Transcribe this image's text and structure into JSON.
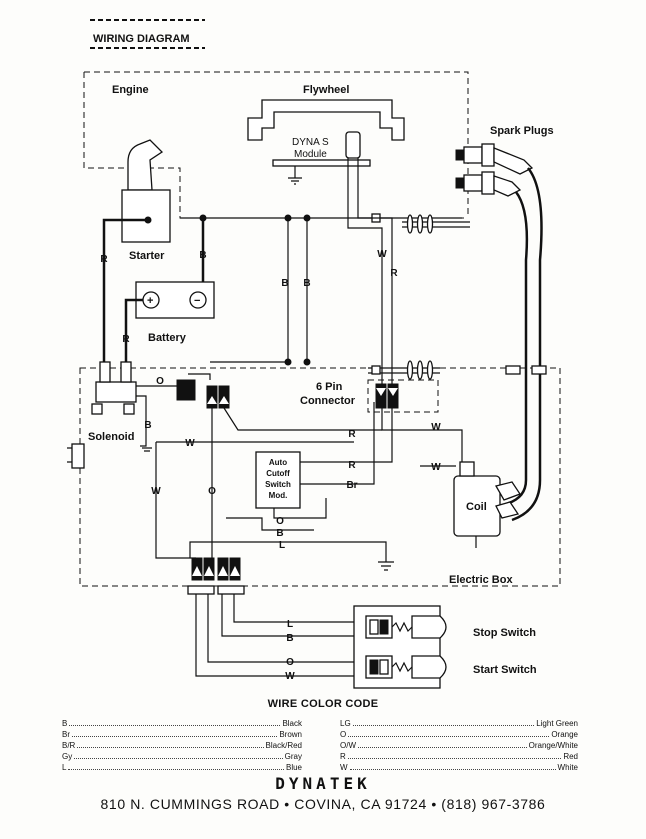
{
  "title": "WIRING DIAGRAM",
  "labels": {
    "engine": "Engine",
    "flywheel": "Flywheel",
    "module_line1": "DYNA S",
    "module_line2": "Module",
    "spark_plugs": "Spark Plugs",
    "starter": "Starter",
    "battery": "Battery",
    "solenoid": "Solenoid",
    "connector_line1": "6 Pin",
    "connector_line2": "Connector",
    "auto_line1": "Auto",
    "auto_line2": "Cutoff",
    "auto_line3": "Switch",
    "auto_line4": "Mod.",
    "coil": "Coil",
    "electric_box": "Electric Box",
    "stop_switch": "Stop Switch",
    "start_switch": "Start Switch",
    "plus": "+",
    "minus": "−"
  },
  "wire_letters": {
    "r_starter": "R",
    "b_starter": "B",
    "b_left": "B",
    "b_right": "B",
    "r_battery": "R",
    "w_module": "W",
    "r_module": "R",
    "o_top": "O",
    "w_solenoid": "W",
    "b_solenoid": "B",
    "r_mid1": "R",
    "r_mid2": "R",
    "w_coil1": "W",
    "w_coil2": "W",
    "br": "Br",
    "w_left": "W",
    "o_left": "O",
    "o_mod": "O",
    "b_mod": "B",
    "l_mod": "L",
    "l_stop": "L",
    "b_stop": "B",
    "o_start": "O",
    "w_start": "W"
  },
  "wire_color_code": {
    "title": "WIRE COLOR CODE",
    "left": [
      {
        "code": "B",
        "color": "Black"
      },
      {
        "code": "Br",
        "color": "Brown"
      },
      {
        "code": "B/R",
        "color": "Black/Red"
      },
      {
        "code": "Gy",
        "color": "Gray"
      },
      {
        "code": "L",
        "color": "Blue"
      }
    ],
    "right": [
      {
        "code": "LG",
        "color": "Light Green"
      },
      {
        "code": "O",
        "color": "Orange"
      },
      {
        "code": "O/W",
        "color": "Orange/White"
      },
      {
        "code": "R",
        "color": "Red"
      },
      {
        "code": "W",
        "color": "White"
      }
    ]
  },
  "brand": "DYNATEK",
  "address": "810 N. CUMMINGS ROAD • COVINA, CA 91724 • (818) 967-3786"
}
